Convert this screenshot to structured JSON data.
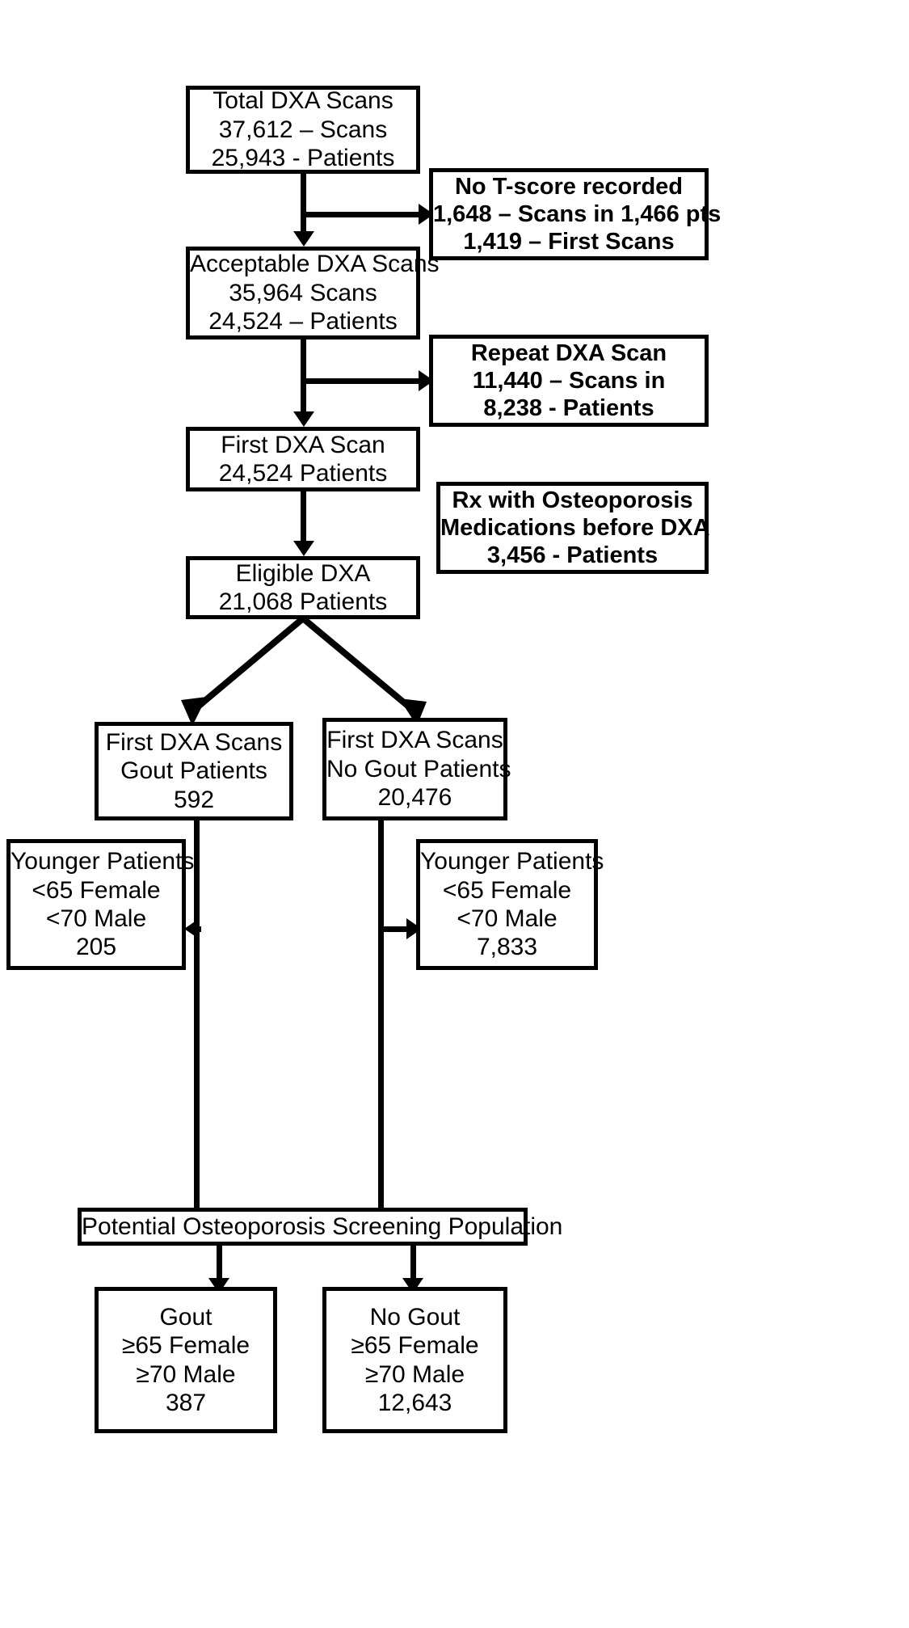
{
  "diagram": {
    "title": "DXA Scan Cohort Selection Flow Chart",
    "type": "flowchart",
    "line_color": "#000000",
    "box_fill": "#ffffff",
    "nodes": {
      "total_dxa": {
        "lines": [
          "Total DXA Scans",
          "37,612 – Scans",
          "25,943 - Patients"
        ],
        "bold": false
      },
      "no_tscore": {
        "lines": [
          "No T-score recorded",
          "1,648 – Scans in 1,466 pts",
          "1,419 – First Scans"
        ],
        "bold": true
      },
      "acceptable_dxa": {
        "lines": [
          "Acceptable DXA Scans",
          "35,964 Scans",
          "24,524 – Patients"
        ],
        "bold": false
      },
      "repeat_dxa": {
        "lines": [
          "Repeat DXA Scan",
          "11,440 – Scans in",
          "8,238 - Patients"
        ],
        "bold": true
      },
      "first_dxa": {
        "lines": [
          "First DXA Scan",
          "24,524  Patients"
        ],
        "bold": false
      },
      "rx_osteo": {
        "lines": [
          "Rx with Osteoporosis",
          "Medications before DXA",
          "3,456 - Patients"
        ],
        "bold": true
      },
      "eligible_dxa": {
        "lines": [
          "Eligible DXA",
          "21,068 Patients"
        ],
        "bold": false
      },
      "gout_scans": {
        "lines": [
          "First DXA Scans",
          "Gout Patients",
          "592"
        ],
        "bold": false
      },
      "nogout_scans": {
        "lines": [
          "First DXA Scans",
          "No Gout Patients",
          "20,476"
        ],
        "bold": false
      },
      "younger_gout": {
        "lines": [
          "Younger Patients",
          "<65 Female",
          "<70 Male",
          "205"
        ],
        "bold": false
      },
      "younger_nogout": {
        "lines": [
          "Younger Patients",
          "<65 Female",
          "<70 Male",
          "7,833"
        ],
        "bold": false
      },
      "screening_population": {
        "lines": [
          "Potential Osteoporosis Screening Population"
        ],
        "bold": false
      },
      "final_gout": {
        "lines": [
          "Gout",
          "≥65 Female",
          "≥70 Male",
          "387"
        ],
        "bold": false
      },
      "final_nogout": {
        "lines": [
          "No Gout",
          "≥65 Female",
          "≥70 Male",
          "12,643"
        ],
        "bold": false
      }
    },
    "edges": [
      {
        "from": "total_dxa",
        "to": "acceptable_dxa",
        "kind": "down-arrow"
      },
      {
        "from": "total_dxa",
        "to": "no_tscore",
        "kind": "branch-right-arrow"
      },
      {
        "from": "acceptable_dxa",
        "to": "first_dxa",
        "kind": "down-arrow"
      },
      {
        "from": "acceptable_dxa",
        "to": "repeat_dxa",
        "kind": "branch-right-arrow"
      },
      {
        "from": "first_dxa",
        "to": "eligible_dxa",
        "kind": "down-arrow"
      },
      {
        "from": "eligible_dxa",
        "to": "gout_scans",
        "kind": "diagonal-arrow-left"
      },
      {
        "from": "eligible_dxa",
        "to": "nogout_scans",
        "kind": "diagonal-arrow-right"
      },
      {
        "from": "gout_scans",
        "to": "younger_gout",
        "kind": "branch-left-arrow"
      },
      {
        "from": "gout_scans",
        "to": "screening_population",
        "kind": "down-line"
      },
      {
        "from": "nogout_scans",
        "to": "younger_nogout",
        "kind": "branch-right-arrow"
      },
      {
        "from": "nogout_scans",
        "to": "screening_population",
        "kind": "down-line"
      },
      {
        "from": "screening_population",
        "to": "final_gout",
        "kind": "down-arrow"
      },
      {
        "from": "screening_population",
        "to": "final_nogout",
        "kind": "down-arrow"
      }
    ]
  }
}
